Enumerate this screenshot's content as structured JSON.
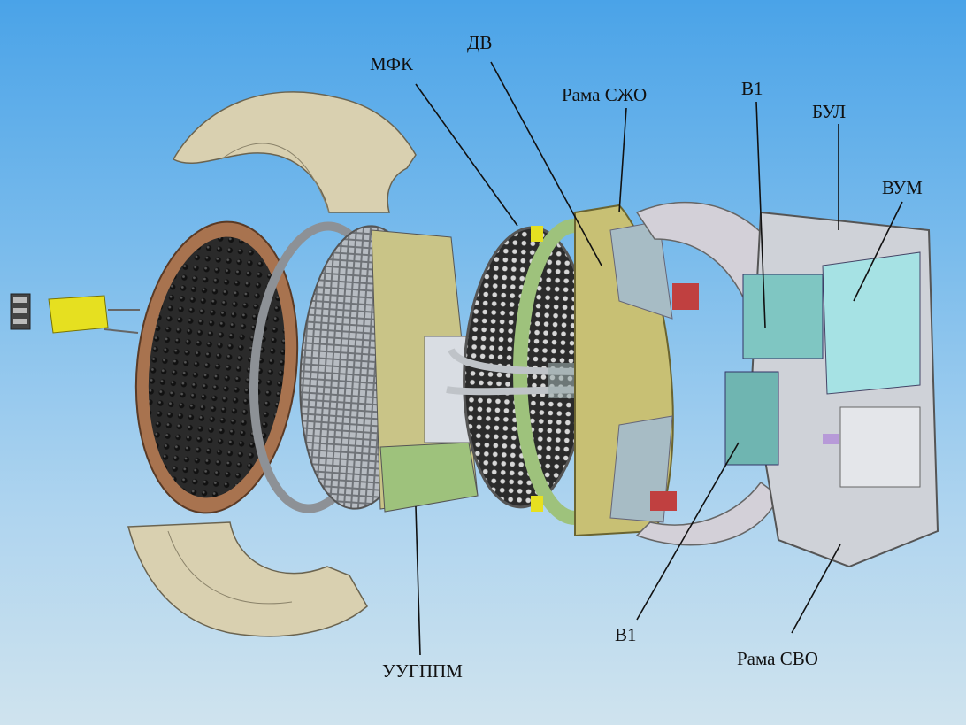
{
  "colors": {
    "background_top": "#4aa3e8",
    "background_bottom": "#cfe3ee",
    "copper": "#a8734f",
    "beige": "#d8cfae",
    "green": "#9ec27c",
    "olive": "#c8c074",
    "teal": "#7fc6c2",
    "cyan": "#a6e2e4",
    "yellow": "#e6e020",
    "grey": "#c9cdd2"
  },
  "labels": {
    "dv": "ДВ",
    "mfk": "МФК",
    "rama_szho": "Рама СЖО",
    "v1_top": "В1",
    "bul": "БУЛ",
    "vum": "ВУМ",
    "v1_bottom": "В1",
    "rama_svo": "Рама СВО",
    "uugppm": "УУГППМ"
  }
}
